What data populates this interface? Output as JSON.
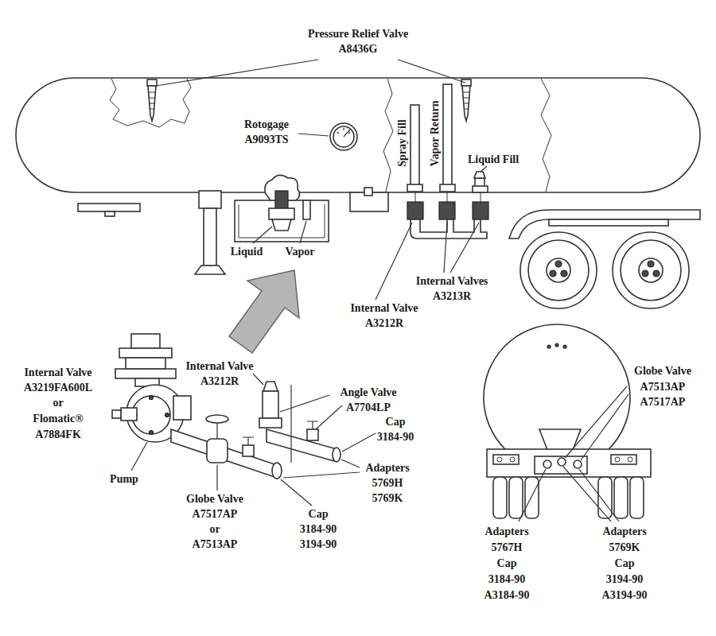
{
  "diagram": {
    "labels": [
      "Pressure Relief Valve",
      "A8436G",
      "Rotogage",
      "A9093TS",
      "Spray Fill",
      "Vapor Return",
      "Liquid Fill",
      "Liquid",
      "Vapor",
      "Internal Valves",
      "A3213R",
      "Internal Valve",
      "A3212R",
      "Internal Valve",
      "A3219FA600L",
      "or",
      "Flomatic®",
      "A7884FK",
      "Internal Valve",
      "A3212R",
      "Angle Valve",
      "A7704LP",
      "Cap",
      "3184-90",
      "Adapters",
      "5769H",
      "5769K",
      "Pump",
      "Globe Valve",
      "A7517AP",
      "or",
      "A7513AP",
      "Cap",
      "3184-90",
      "3194-90",
      "Globe Valve",
      "A7513AP",
      "A7517AP",
      "Adapters",
      "5767H",
      "Cap",
      "3184-90",
      "A3184-90",
      "Adapters",
      "5769K",
      "Cap",
      "3194-90",
      "A3194-90"
    ]
  }
}
